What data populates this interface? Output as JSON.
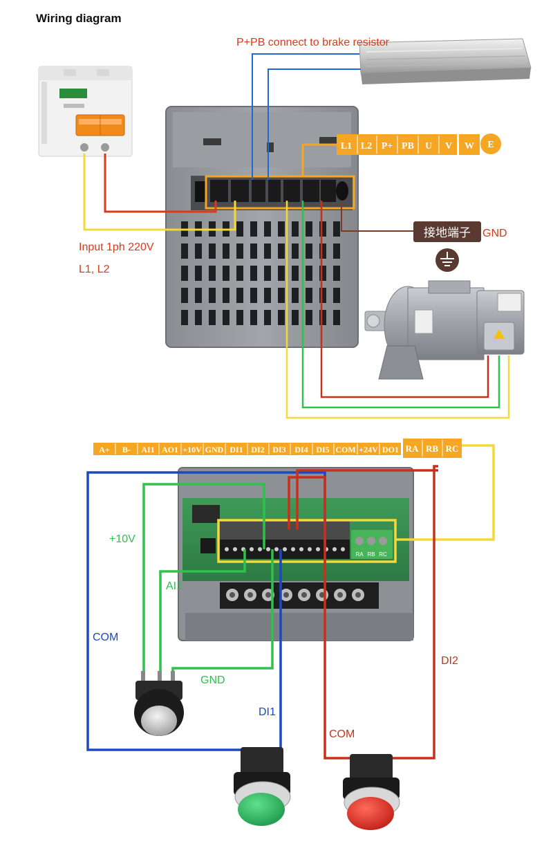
{
  "title": "Wiring diagram",
  "labels": {
    "brake": "P+PB connect to brake resistor",
    "input_line1": "Input 1ph 220V",
    "input_line2": "L1, L2",
    "ground_cn": "接地端子",
    "gnd": "GND",
    "plus10v": "+10V",
    "ai1": "AI1",
    "com_left": "COM",
    "gnd_pot": "GND",
    "di1": "DI1",
    "di2": "DI2",
    "com_right": "COM"
  },
  "power_terminals": [
    "L1",
    "L2",
    "P+",
    "PB",
    "U",
    "V",
    "W",
    "E"
  ],
  "control_terminals": [
    "A+",
    "B-",
    "AI1",
    "AO1",
    "+10V",
    "GND",
    "DI1",
    "DI2",
    "DI3",
    "DI4",
    "DI5",
    "COM",
    "+24V",
    "DO1",
    "RA",
    "RB",
    "RC"
  ],
  "relay_small": [
    "RA",
    "RB",
    "RC"
  ],
  "colors": {
    "orange": "#f5a623",
    "red": "#d93a1a",
    "blue": "#1f4fbf",
    "green": "#2fc24a",
    "yellow": "#f3d93a",
    "brown": "#7a3a28",
    "wire_red": "#c8301c",
    "wire_blue": "#1d48c2"
  }
}
